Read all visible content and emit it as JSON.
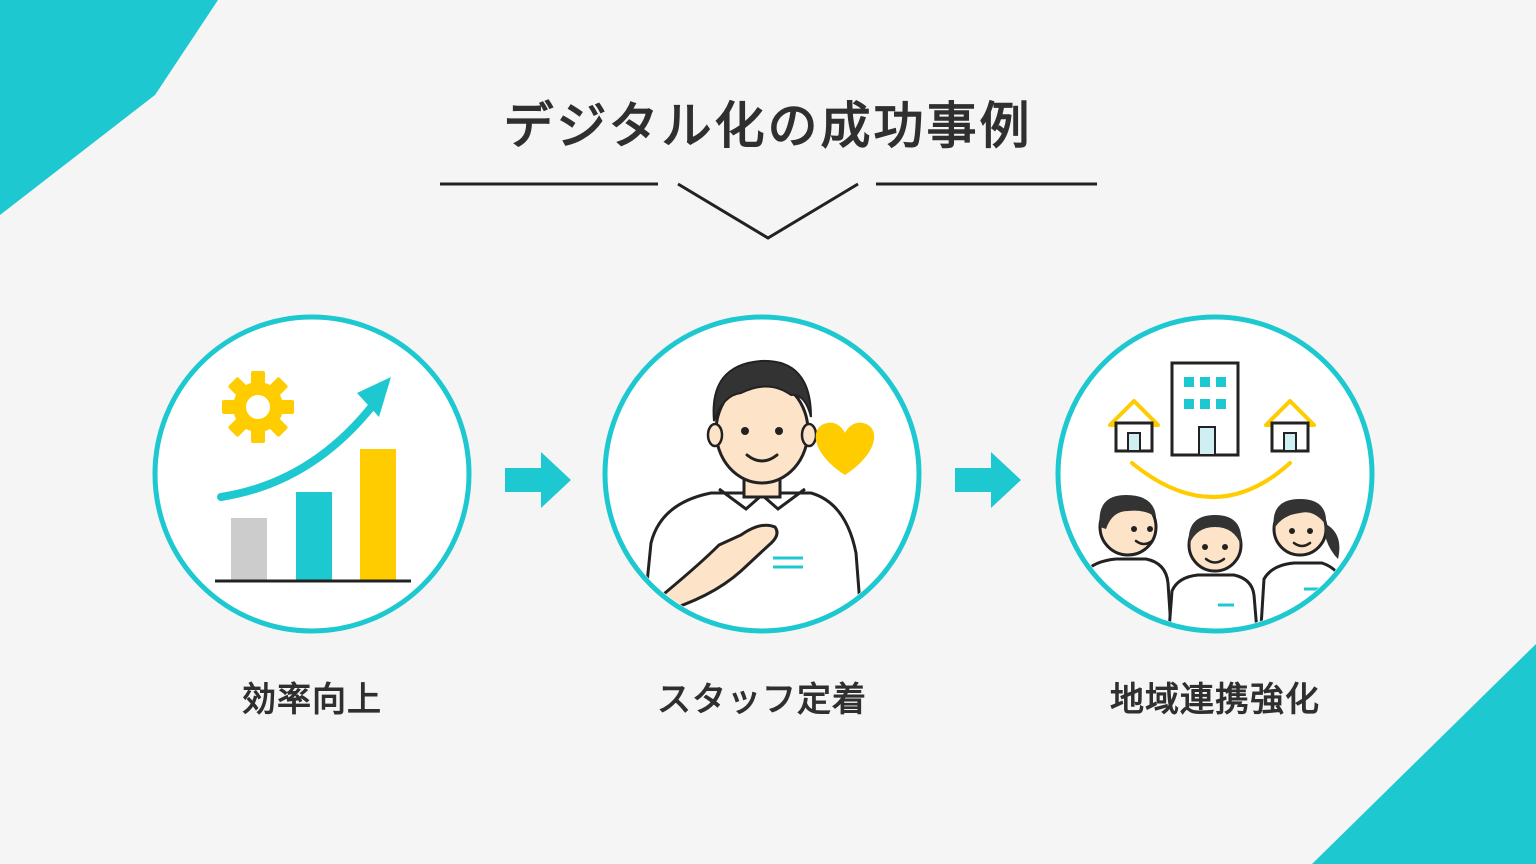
{
  "title": "デジタル化の成功事例",
  "colors": {
    "accent": "#1ec8d0",
    "highlight": "#ffcc00",
    "text": "#2f2f2f",
    "background": "#f5f5f5",
    "muted": "#cccccc",
    "skin": "#fde3c8"
  },
  "steps": [
    {
      "label": "効率向上",
      "icon": "growth-chart-gear-icon"
    },
    {
      "label": "スタッフ定着",
      "icon": "staff-heart-icon"
    },
    {
      "label": "地域連携強化",
      "icon": "community-network-icon"
    }
  ]
}
